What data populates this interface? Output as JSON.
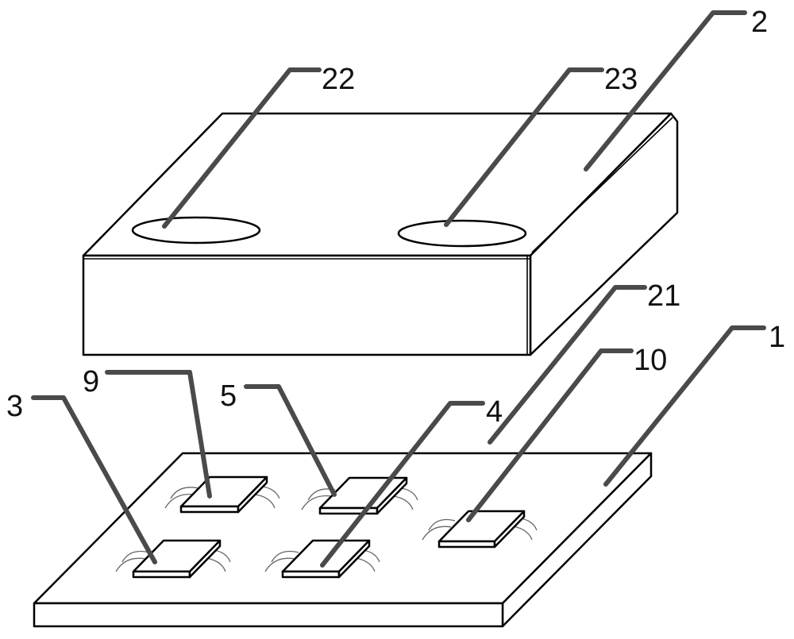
{
  "labels": {
    "n1": "1",
    "n2": "2",
    "n3": "3",
    "n4": "4",
    "n5": "5",
    "n9": "9",
    "n10": "10",
    "n21": "21",
    "n22": "22",
    "n23": "23"
  }
}
